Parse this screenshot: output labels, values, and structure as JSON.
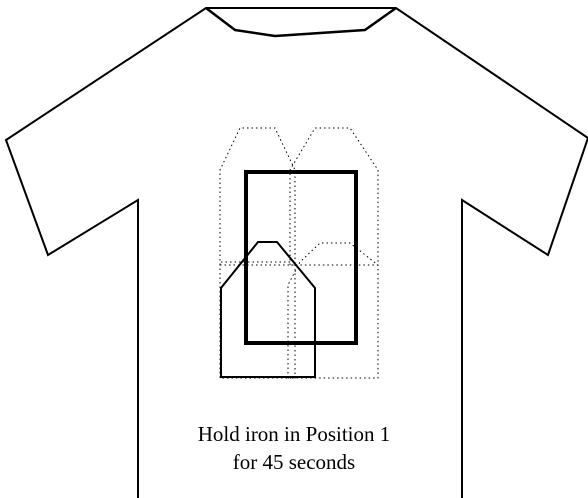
{
  "caption": {
    "line1": "Hold iron in Position 1",
    "line2": "for 45 seconds"
  },
  "colors": {
    "outline": "#000000",
    "background": "#ffffff",
    "guide": "#000000"
  },
  "diagram": {
    "subject": "t-shirt",
    "current_position": 1,
    "iron_guides": "dotted",
    "transfer": "solid-rectangle",
    "iron": "solid-outline"
  }
}
